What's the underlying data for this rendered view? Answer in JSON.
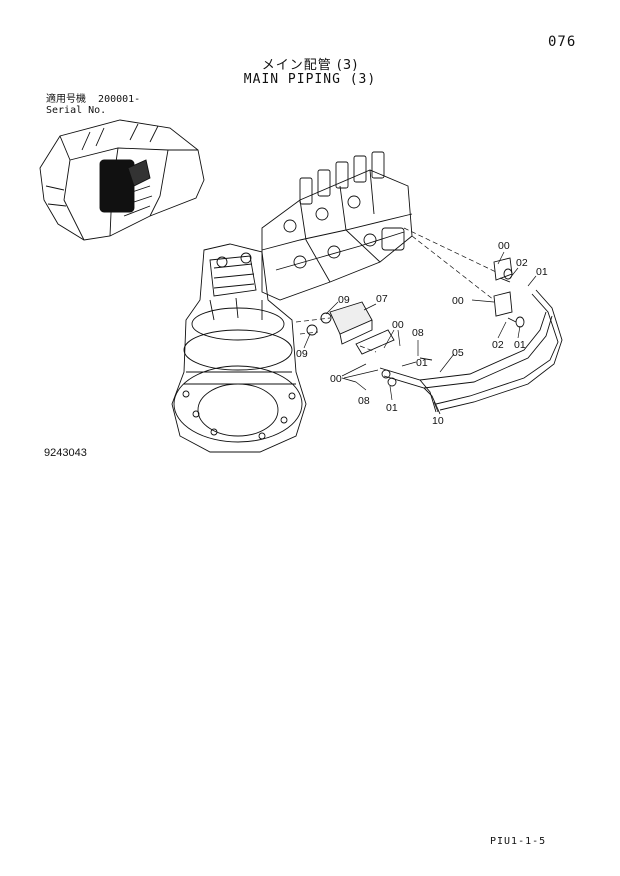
{
  "header": {
    "page_number": "076",
    "title_jp": "メイン配管 (3)",
    "title_en": "MAIN PIPING (3)"
  },
  "serial": {
    "label_jp": "適用号機",
    "value": "200001-",
    "label_en": "Serial No."
  },
  "drawing_number": "9243043",
  "footer_code": "PIU1-1-5",
  "callouts": [
    {
      "id": "c1",
      "text": "00"
    },
    {
      "id": "c2",
      "text": "02"
    },
    {
      "id": "c3",
      "text": "01"
    },
    {
      "id": "c4",
      "text": "00"
    },
    {
      "id": "c5",
      "text": "02"
    },
    {
      "id": "c6",
      "text": "01"
    },
    {
      "id": "c7",
      "text": "07"
    },
    {
      "id": "c8",
      "text": "09"
    },
    {
      "id": "c9",
      "text": "09"
    },
    {
      "id": "c10",
      "text": "00"
    },
    {
      "id": "c11",
      "text": "08"
    },
    {
      "id": "c12",
      "text": "00"
    },
    {
      "id": "c13",
      "text": "01"
    },
    {
      "id": "c14",
      "text": "05"
    },
    {
      "id": "c15",
      "text": "08"
    },
    {
      "id": "c16",
      "text": "01"
    },
    {
      "id": "c17",
      "text": "10"
    }
  ]
}
